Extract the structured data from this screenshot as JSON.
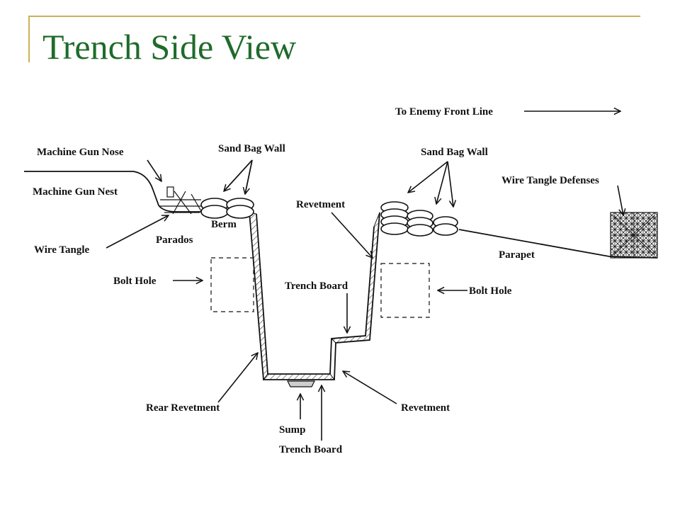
{
  "slide": {
    "title": "Trench Side View"
  },
  "diagram": {
    "labels": {
      "enemy_front": "To Enemy Front Line",
      "mg_nose": "Machine Gun Nose",
      "mg_nest": "Machine Gun Nest",
      "wire_tangle": "Wire Tangle",
      "parados": "Parados",
      "sand_bag_wall_left": "Sand Bag Wall",
      "sand_bag_wall_right": "Sand Bag Wall",
      "berm": "Berm",
      "revetment_top": "Revetment",
      "wire_defenses": "Wire Tangle Defenses",
      "parapet": "Parapet",
      "bolt_hole_left": "Bolt Hole",
      "bolt_hole_right": "Bolt Hole",
      "trench_board_mid": "Trench Board",
      "rear_revetment": "Rear Revetment",
      "revetment_bottom": "Revetment",
      "sump": "Sump",
      "trench_board_bottom": "Trench Board"
    }
  },
  "colors": {
    "title": "#1f6b2a",
    "frame": "#c9b35a",
    "ink": "#111111"
  }
}
